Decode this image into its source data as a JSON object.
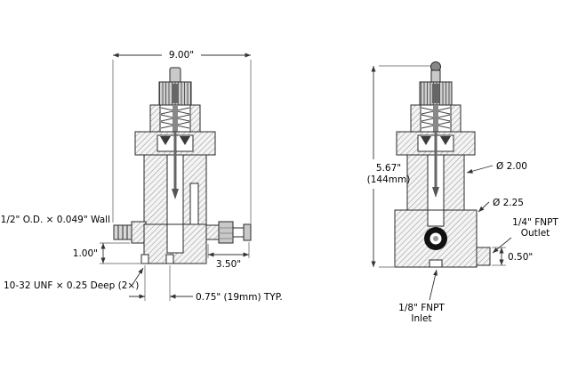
{
  "left_view": {
    "dim_overall_width": "9.00\"",
    "tube_spec": "1/2\" O.D. × 0.049\" Wall",
    "dim_tube_height": "1.00\"",
    "tapped_holes": "10-32 UNF × 0.25 Deep (2×)",
    "dim_outlet_length": "3.50\"",
    "dim_hole_spacing": "0.75\" (19mm) TYP."
  },
  "right_view": {
    "dim_overall_height_in": "5.67\"",
    "dim_overall_height_mm": "(144mm)",
    "dia_body": "Ø 2.00",
    "dia_base": "Ø 2.25",
    "outlet_spec_line1": "1/4\" FNPT",
    "outlet_spec_line2": "Outlet",
    "dim_outlet_offset": "0.50\"",
    "inlet_spec_line1": "1/8\" FNPT",
    "inlet_spec_line2": "Inlet"
  }
}
